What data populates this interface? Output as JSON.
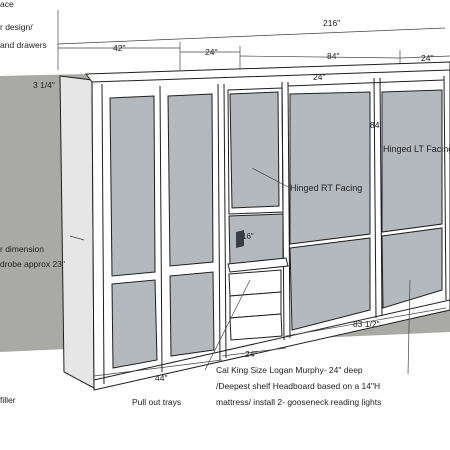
{
  "notes_top": [
    "ace",
    "r design/",
    "and drawers"
  ],
  "notes_left": [
    "r dimension",
    "drobe approx 23\""
  ],
  "notes_bottom_left": "filler",
  "dims": {
    "overall": "216\"",
    "d42": "42\"",
    "d24a": "24\"",
    "d84": "84\"",
    "d24b": "24\"",
    "d3_25": "3 1/4\"",
    "d24_inner": "24\"",
    "d84_inner": "84\"",
    "d16": "16\"",
    "d44": "44\"",
    "d24_bottom": "24\"",
    "d83_5": "83 1/2\""
  },
  "callouts": {
    "hinged_rt": "Hinged RT Facing",
    "hinged_lt": "Hinged LT Facing",
    "pull_out": "Pull out trays",
    "murphy": [
      "Cal King Size Logan Murphy- 24\" deep",
      "/Deepest shelf Headboard based on a 14\"H",
      "mattress/ install 2- gooseneck reading lights"
    ]
  },
  "colors": {
    "wall": "#a9aaa6",
    "floor": "#ffffff",
    "cabinet_face": "#ffffff",
    "panel_fill": "#b4b9bd",
    "line": "#1f1f1f"
  }
}
